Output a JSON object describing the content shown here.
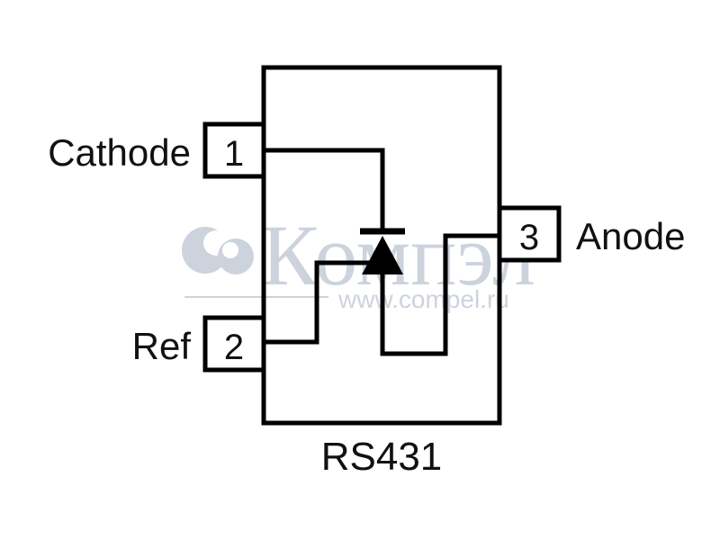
{
  "diagram": {
    "part_name": "RS431",
    "pins": [
      {
        "number": "1",
        "name": "Cathode"
      },
      {
        "number": "2",
        "name": "Ref"
      },
      {
        "number": "3",
        "name": "Anode"
      }
    ],
    "symbol": "diode-icon"
  },
  "watermark": {
    "brand": "Компэл",
    "url": "www.compel.ru",
    "color": "#c5ccd8"
  }
}
